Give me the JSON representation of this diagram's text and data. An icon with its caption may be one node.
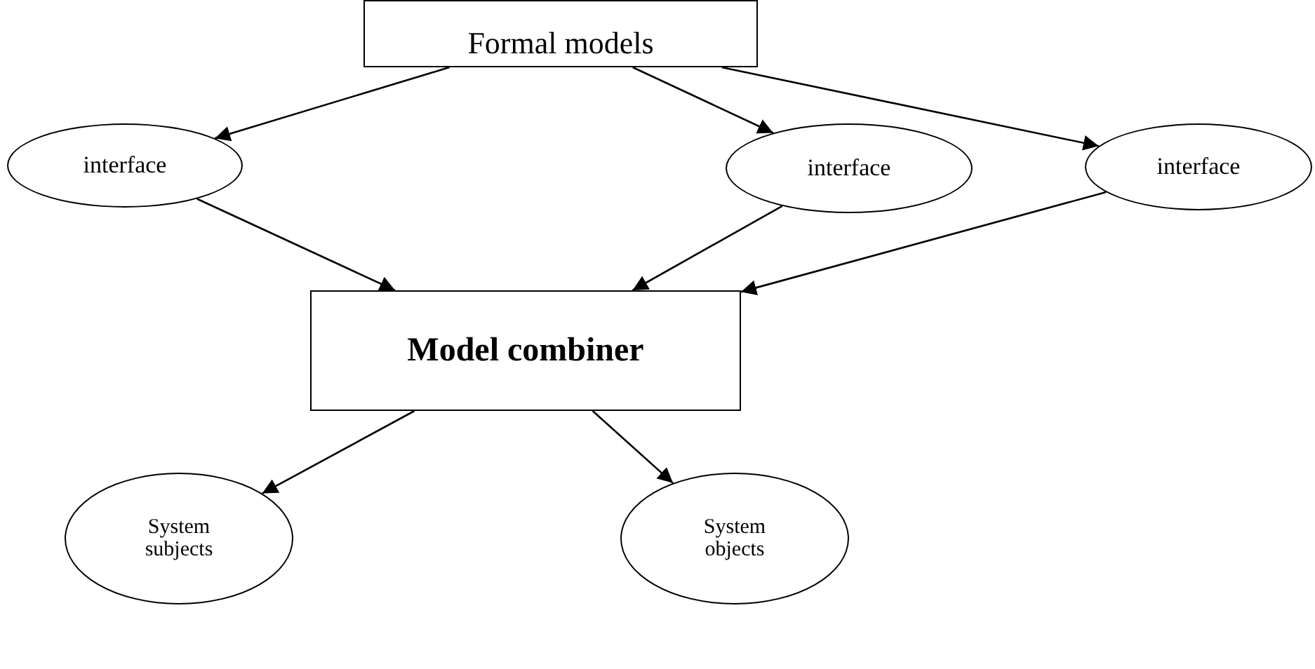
{
  "diagram": {
    "nodes": [
      {
        "text": [
          "Formal models"
        ]
      },
      {
        "text": [
          "interface"
        ]
      },
      {
        "text": [
          "interface"
        ]
      },
      {
        "text": [
          "interface"
        ]
      },
      {
        "text": [
          "Model combiner"
        ]
      },
      {
        "text": [
          "System subjects"
        ]
      },
      {
        "text": [
          "System objects"
        ]
      }
    ],
    "edges": [
      {
        "from": 0,
        "to": 1,
        "arrow": "to"
      },
      {
        "from": 0,
        "to": 2,
        "arrow": "to"
      },
      {
        "from": 0,
        "to": 3,
        "arrow": "to"
      },
      {
        "from": 1,
        "to": 4,
        "arrow": "to"
      },
      {
        "from": 2,
        "to": 4,
        "arrow": "to"
      },
      {
        "from": 3,
        "to": 4,
        "arrow": "to"
      },
      {
        "from": 4,
        "to": 5,
        "arrow": "to"
      },
      {
        "from": 4,
        "to": 6,
        "arrow": "to"
      }
    ]
  }
}
